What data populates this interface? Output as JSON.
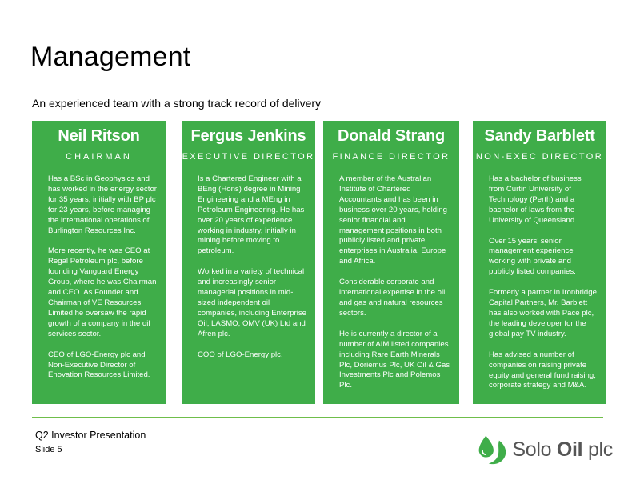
{
  "header": {
    "title": "Management",
    "subtitle": "An experienced team with a strong track record of delivery"
  },
  "team": [
    {
      "name": "Neil Ritson",
      "role": "CHAIRMAN",
      "bio": [
        "Has a BSc in Geophysics and has worked in the energy sector for 35 years, initially with BP plc for 23 years, before managing the international operations of Burlington Resources Inc.",
        "More recently, he was CEO at Regal Petroleum plc, before founding Vanguard Energy Group, where he was Chairman and CEO. As Founder and Chairman of VE Resources Limited he oversaw the rapid growth of a company in the  oil services sector.",
        "CEO of LGO-Energy plc and Non-Executive Director of Enovation Resources Limited."
      ]
    },
    {
      "name": "Fergus Jenkins",
      "role": "EXECUTIVE DIRECTOR",
      "bio": [
        "Is a Chartered Engineer with a BEng (Hons) degree in Mining Engineering and a MEng in Petroleum Engineering. He has over 20 years of experience working in industry, initially in mining before moving to petroleum.",
        "Worked in a variety of technical and increasingly senior managerial positions in mid-sized independent oil companies, including Enterprise Oil, LASMO, OMV (UK) Ltd and Afren plc.",
        "COO of LGO-Energy plc."
      ]
    },
    {
      "name": "Donald Strang",
      "role": "FINANCE DIRECTOR",
      "bio": [
        "A member of the Australian Institute of Chartered Accountants and has been in business over 20 years, holding senior financial and management positions in both publicly listed and private enterprises in Australia, Europe and Africa.",
        "Considerable corporate and international expertise in the oil and gas and natural resources sectors.",
        "He is currently a director of a number of AIM listed companies including Rare Earth Minerals Plc, Doriemus Plc, UK Oil & Gas Investments Plc and Polemos Plc."
      ]
    },
    {
      "name": "Sandy Barblett",
      "role": "NON-EXEC DIRECTOR",
      "bio": [
        "Has a bachelor of business from Curtin University of Technology (Perth) and a bachelor of laws from the University of Queensland.",
        "Over 15 years’ senior management experience working with private and publicly listed companies.",
        "Formerly a partner in Ironbridge Capital Partners, Mr. Barblett has also worked with Pace plc, the leading developer for the global pay TV industry.",
        "Has advised a number of companies on raising private equity and general fund raising, corporate strategy and M&A."
      ]
    }
  ],
  "footer": {
    "presentation": "Q2 Investor Presentation",
    "slide": "Slide 5"
  },
  "logo": {
    "word1": "Solo",
    "word2": "Oil",
    "word3": "plc",
    "icon": "oil-drop-icon",
    "colors": {
      "green": "#3fad49",
      "gray": "#555555"
    }
  }
}
